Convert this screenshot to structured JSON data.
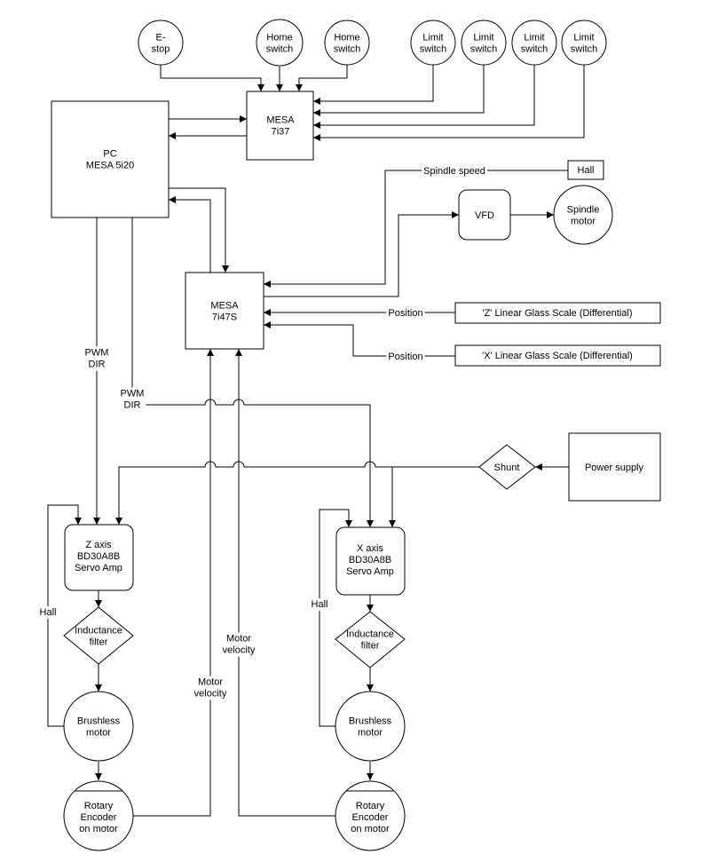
{
  "nodes": {
    "estop": [
      "E-",
      "stop"
    ],
    "home1": [
      "Home",
      "switch"
    ],
    "home2": [
      "Home",
      "switch"
    ],
    "limit1": [
      "Limit",
      "switch"
    ],
    "limit2": [
      "Limit",
      "switch"
    ],
    "limit3": [
      "Limit",
      "switch"
    ],
    "limit4": [
      "Limit",
      "switch"
    ],
    "mesa7i37": [
      "MESA",
      "7i37"
    ],
    "pc": [
      "PC",
      "MESA 5i20"
    ],
    "hall_top": [
      "Hall"
    ],
    "vfd": [
      "VFD"
    ],
    "spindle_motor": [
      "Spindle",
      "motor"
    ],
    "mesa7i47s": [
      "MESA",
      "7i47S"
    ],
    "z_scale": [
      "'Z' Linear Glass Scale (Differential)"
    ],
    "x_scale": [
      "'X' Linear Glass Scale (Differential)"
    ],
    "shunt": [
      "Shunt"
    ],
    "power_supply": [
      "Power supply"
    ],
    "z_amp": [
      "Z axis",
      "BD30A8B",
      "Servo Amp"
    ],
    "x_amp": [
      "X axis",
      "BD30A8B",
      "Servo Amp"
    ],
    "z_filter": [
      "Inductance",
      "filter"
    ],
    "x_filter": [
      "Inductance",
      "filter"
    ],
    "z_motor": [
      "Brushless",
      "motor"
    ],
    "x_motor": [
      "Brushless",
      "motor"
    ],
    "z_encoder": [
      "Rotary",
      "Encoder",
      "on motor"
    ],
    "x_encoder": [
      "Rotary",
      "Encoder",
      "on motor"
    ]
  },
  "labels": {
    "spindle_speed": "Spindle speed",
    "position_z": "Position",
    "position_x": "Position",
    "pwm_dir_1": [
      "PWM",
      "DIR"
    ],
    "pwm_dir_2": [
      "PWM",
      "DIR"
    ],
    "hall_z": "Hall",
    "hall_x": "Hall",
    "motor_velocity_z": [
      "Motor",
      "velocity"
    ],
    "motor_velocity_x": [
      "Motor",
      "velocity"
    ]
  }
}
